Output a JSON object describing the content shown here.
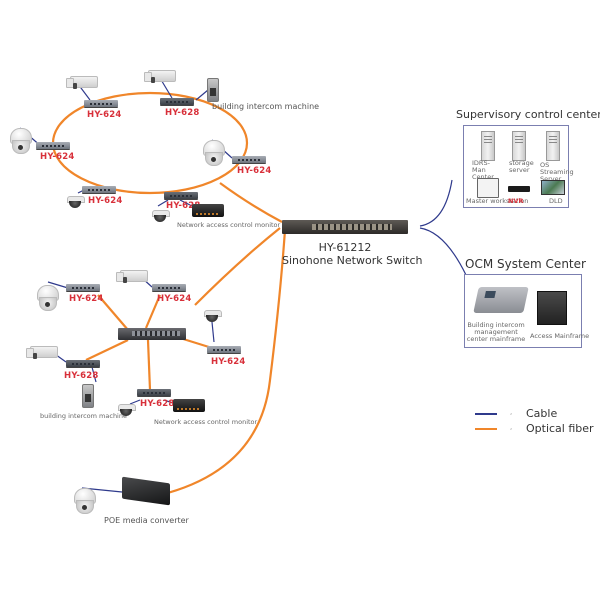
{
  "diagram": {
    "ring_network": {
      "switches": [
        {
          "model": "HY-624"
        },
        {
          "model": "HY-628"
        },
        {
          "model": "HY-624"
        },
        {
          "model": "HY-624"
        },
        {
          "model": "HY-624"
        },
        {
          "model": "HY-628"
        }
      ],
      "labels": {
        "intercom": "building intercom machine",
        "nac": "Network access control monitor"
      }
    },
    "star_network": {
      "switches": [
        {
          "model": "HY-624"
        },
        {
          "model": "HY-624"
        },
        {
          "model": "HY-624"
        },
        {
          "model": "HY-628"
        },
        {
          "model": "HY-628"
        }
      ],
      "labels": {
        "intercom": "building intercom machine",
        "nac": "Network access control monitor"
      }
    },
    "core_switch": {
      "model": "HY-61212",
      "name": "Sinohone Network Switch"
    },
    "poe": {
      "label": "POE media converter"
    },
    "supervisory": {
      "title": "Supervisory control center",
      "items": {
        "idrs": "IDRS-Man Center",
        "storage": "storage server",
        "os": "OS Streaming Server",
        "workstation": "Master workstation",
        "nvr": "NVR",
        "dld": "DLD"
      }
    },
    "ocm": {
      "title": "OCM System Center",
      "items": {
        "intercom_center": "Building intercom management center mainframe",
        "access": "Access Mainframe"
      }
    },
    "legend": [
      {
        "label": "Cable",
        "color": "#2f3a8c"
      },
      {
        "label": "Optical fiber",
        "color": "#f0862a"
      }
    ],
    "colors": {
      "fiber": "#f0862a",
      "cable": "#2f3a8c",
      "model_label": "#d8303a"
    }
  }
}
